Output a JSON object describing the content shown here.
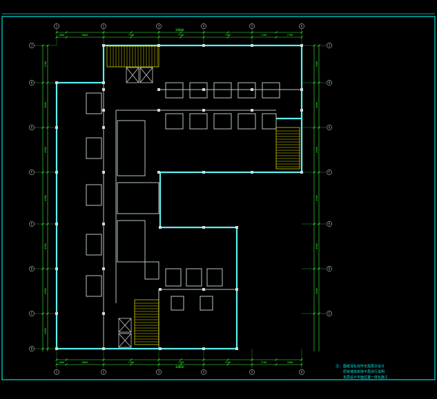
{
  "colors": {
    "background": "#000000",
    "frame": "#00e0e0",
    "wall": "#5ff0f0",
    "wall_light": "#b8c6c6",
    "dimension": "#3cff3c",
    "axis_bubble": "#c8c8c8",
    "stair": "#e8e800",
    "note_text": "#00e5e5"
  },
  "dimensions": {
    "top_total": "38000",
    "bottom_total": "38000",
    "top_segments": [
      "1800",
      "8800",
      "7200",
      "7200",
      "7200",
      "7200",
      "2700"
    ],
    "bottom_segments": [
      "1800",
      "8800",
      "7200",
      "7200",
      "7200",
      "3700",
      "1800"
    ],
    "left_segments": [
      "2700",
      "4500",
      "4500",
      "4500",
      "4500",
      "4500",
      "4500"
    ],
    "right_segments": [
      "4500",
      "4500",
      "4500",
      "4500",
      "4500",
      "4500"
    ]
  },
  "axes": {
    "top": [
      "1",
      "2",
      "3",
      "4",
      "5",
      "6"
    ],
    "bottom": [
      "1",
      "2",
      "3",
      "4",
      "5",
      "6"
    ],
    "left": [
      "J",
      "H",
      "G",
      "F",
      "E",
      "D",
      "C",
      "B"
    ],
    "right": [
      "J",
      "H",
      "G",
      "F",
      "E",
      "D",
      "C"
    ]
  },
  "notes": {
    "label": "注:",
    "lines": [
      "图纸深化完毕无需再次设计",
      "原有墙体拆除不再另行说明",
      "本层设计平面位置一体化施工"
    ]
  }
}
